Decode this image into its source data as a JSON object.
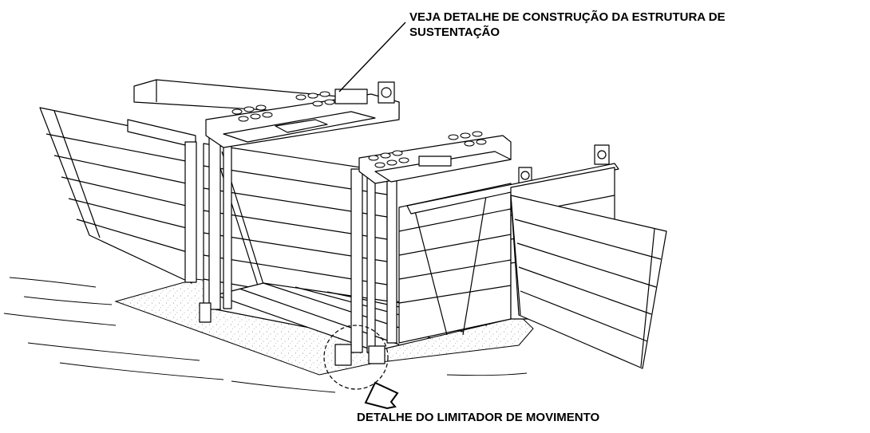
{
  "callouts": {
    "structure_detail": {
      "line1": "VEJA DETALHE DE CONSTRUÇÃO DA ESTRUTURA DE",
      "line2": "SUSTENTAÇÃO"
    },
    "motion_limiter_detail": {
      "text": "DETALHE DO LIMITADOR DE MOVIMENTO"
    }
  },
  "colors": {
    "ink": "#000000",
    "paper": "#ffffff",
    "ground_texture": "#7a7a7a"
  }
}
